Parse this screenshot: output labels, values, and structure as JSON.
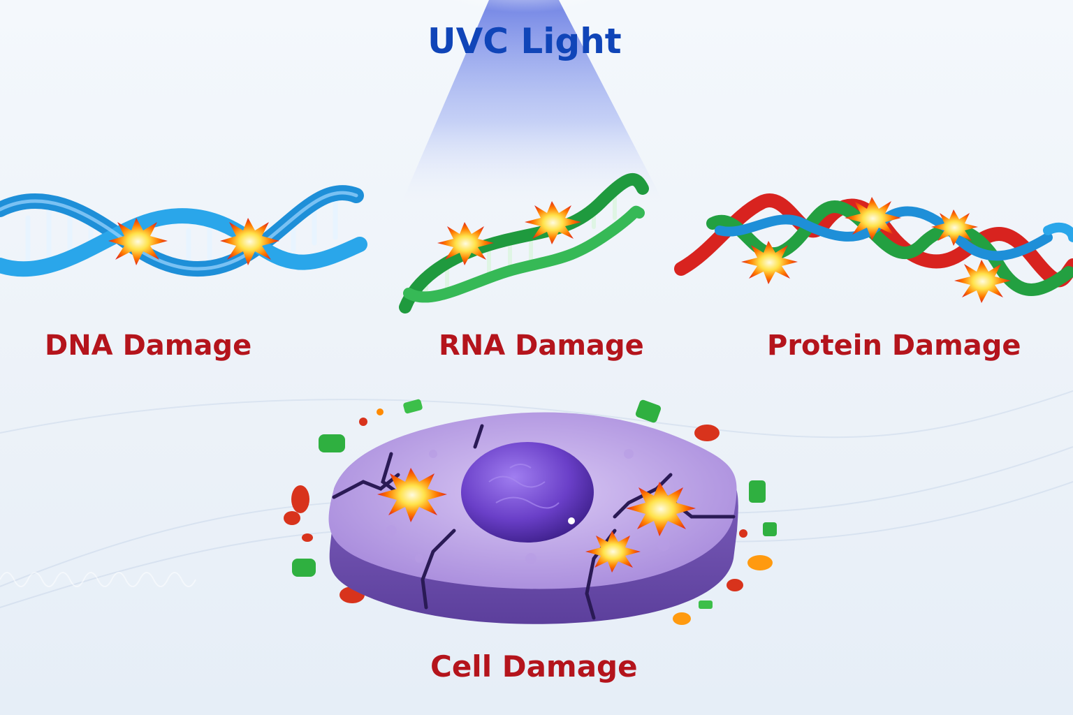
{
  "title": "UVC Light",
  "labels": {
    "dna": "DNA Damage",
    "rna": "RNA Damage",
    "protein": "Protein Damage",
    "cell": "Cell Damage"
  },
  "colors": {
    "title_blue": "#1045b8",
    "label_red": "#b4141c",
    "dna_blue": "#1e8fd8",
    "rna_green": "#2aa84a",
    "protein_red": "#d8231f",
    "cell_purple": "#9b7fd6",
    "nucleus_purple": "#6a3fc8",
    "burst_orange": "#ff7a00",
    "burst_yellow": "#ffe24a"
  },
  "icons": [
    "uv-light-beam-icon",
    "dna-helix-icon",
    "rna-strand-icon",
    "protein-ribbon-icon",
    "damaged-cell-icon",
    "explosion-burst-icon"
  ]
}
